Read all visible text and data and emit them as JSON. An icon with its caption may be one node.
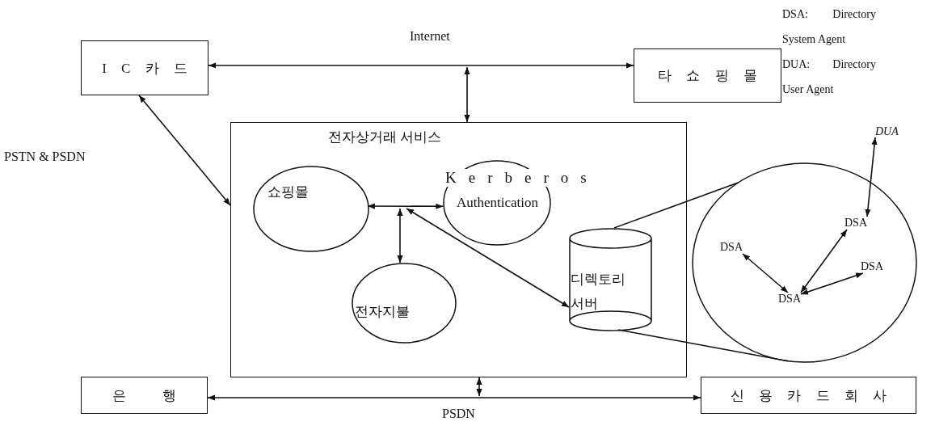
{
  "diagram": {
    "nodes": [
      {
        "text": [
          "I C 카 드"
        ]
      },
      {
        "text": [
          "타 쇼 핑 몰"
        ]
      },
      {
        "text": [
          "전자상거래 서비스"
        ]
      },
      {
        "text": [
          "쇼핑몰"
        ],
        "in": 2
      },
      {
        "text": [
          "Kerberos",
          "Authentication"
        ],
        "in": 2
      },
      {
        "text": [
          "전자지불"
        ],
        "in": 2
      },
      {
        "text": [
          "디렉토리 서버"
        ],
        "in": 2
      },
      {
        "text": [],
        "shape": "circle"
      },
      {
        "text": [
          "DSA"
        ],
        "in": 7
      },
      {
        "text": [
          "DSA"
        ],
        "in": 7
      },
      {
        "text": [
          "DSA"
        ],
        "in": 7
      },
      {
        "text": [
          "DSA"
        ],
        "in": 7
      },
      {
        "text": [
          "DUA"
        ]
      },
      {
        "text": [
          "은 행"
        ]
      },
      {
        "text": [
          "신 용 카 드 회 사"
        ]
      }
    ],
    "edges": [
      {
        "from": 0,
        "to": 1,
        "arrow": "both",
        "label": "Internet"
      },
      {
        "from": null,
        "to": 2,
        "arrow": "both"
      },
      {
        "from": 0,
        "to": 2,
        "arrow": "both"
      },
      {
        "from": 13,
        "to": 14,
        "arrow": "both",
        "label": "PSDN"
      },
      {
        "from": null,
        "to": 2,
        "arrow": "both"
      },
      {
        "from": 3,
        "to": 4,
        "arrow": "both"
      },
      {
        "from": null,
        "to": 5,
        "arrow": "both"
      },
      {
        "from": null,
        "to": 6,
        "arrow": "both"
      },
      {
        "from": 6,
        "to": 7,
        "arrow": "none"
      },
      {
        "from": 6,
        "to": 7,
        "arrow": "none"
      },
      {
        "from": 12,
        "to": 10,
        "arrow": "both"
      },
      {
        "from": 8,
        "to": 9,
        "arrow": "both"
      },
      {
        "from": 9,
        "to": 10,
        "arrow": "both"
      },
      {
        "from": 9,
        "to": 11,
        "arrow": "both"
      }
    ],
    "labels": [
      "PSTN & PSDN",
      "DSA: Directory System Agent",
      "DUA: Directory User Agent"
    ]
  }
}
